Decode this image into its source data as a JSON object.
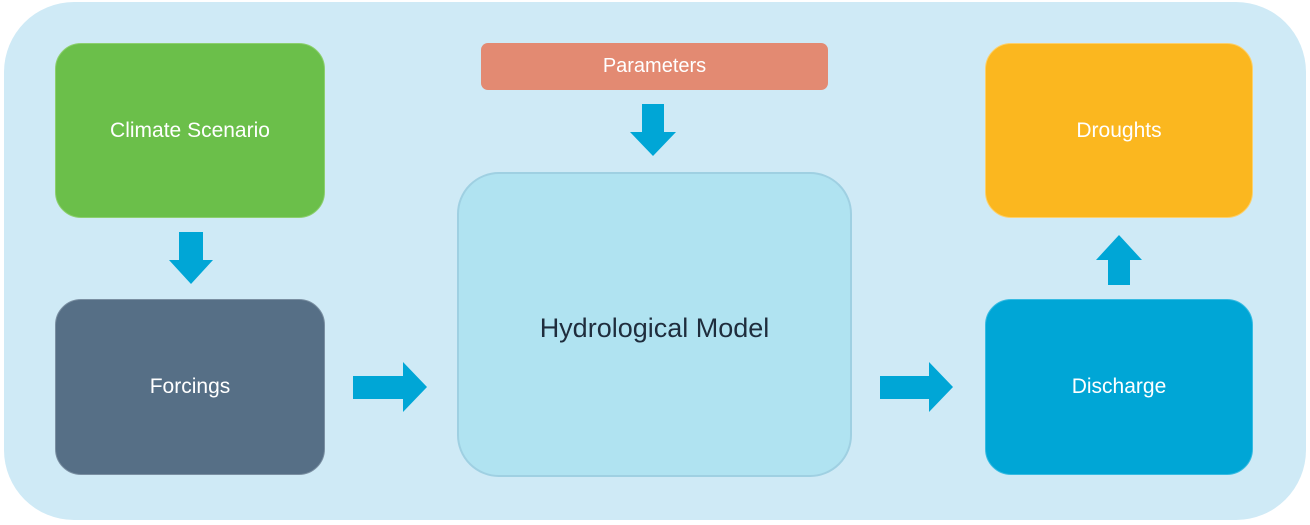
{
  "nodes": {
    "climate_scenario": "Climate Scenario",
    "forcings": "Forcings",
    "parameters": "Parameters",
    "hydrological_model": "Hydrological Model",
    "droughts": "Droughts",
    "discharge": "Discharge"
  },
  "colors": {
    "background": "#cfeaf6",
    "climate_scenario": "#6bbf4a",
    "forcings": "#566f86",
    "parameters": "#e38a72",
    "hydrological_model": "#b0e3f1",
    "droughts": "#fbb71f",
    "discharge": "#00a6d6",
    "arrow": "#00a6d6"
  },
  "edges": [
    {
      "from": "climate_scenario",
      "to": "forcings"
    },
    {
      "from": "parameters",
      "to": "hydrological_model"
    },
    {
      "from": "forcings",
      "to": "hydrological_model"
    },
    {
      "from": "hydrological_model",
      "to": "discharge"
    },
    {
      "from": "discharge",
      "to": "droughts"
    }
  ]
}
